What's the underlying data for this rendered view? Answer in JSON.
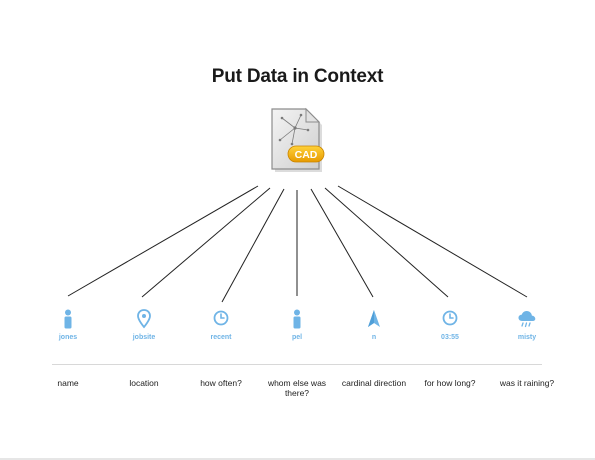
{
  "title": "Put Data in Context",
  "file_badge": "CAD",
  "colors": {
    "accent": "#6fb4e6",
    "badge": "#f5b400",
    "line": "#222222"
  },
  "fields": [
    {
      "icon": "person-icon",
      "value": "jones",
      "question": "name"
    },
    {
      "icon": "location-pin-icon",
      "value": "jobsite",
      "question": "location"
    },
    {
      "icon": "clock-icon",
      "value": "recent",
      "question": "how often?"
    },
    {
      "icon": "person-icon",
      "value": "pel",
      "question": "whom else was there?"
    },
    {
      "icon": "compass-arrow-icon",
      "value": "n",
      "question": "cardinal direction"
    },
    {
      "icon": "clock-icon",
      "value": "03:55",
      "question": "for how long?"
    },
    {
      "icon": "rain-cloud-icon",
      "value": "misty",
      "question": "was it raining?"
    }
  ]
}
